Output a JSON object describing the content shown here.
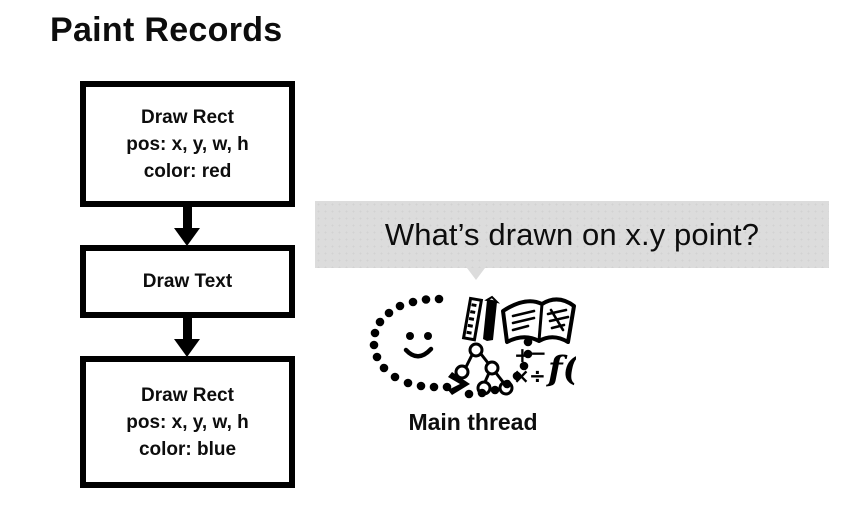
{
  "slide": {
    "title": "Paint Records"
  },
  "paint_records": {
    "boxes": [
      {
        "id": "box-1",
        "lines": [
          "Draw Rect",
          "pos: x, y, w, h",
          "color: red"
        ]
      },
      {
        "id": "box-2",
        "lines": [
          "Draw Text"
        ]
      },
      {
        "id": "box-3",
        "lines": [
          "Draw Rect",
          "pos: x, y, w, h",
          "color: blue"
        ]
      }
    ],
    "arrows": [
      {
        "id": "arrow-1",
        "direction": "down"
      },
      {
        "id": "arrow-2",
        "direction": "down"
      }
    ]
  },
  "question": {
    "bubble_text": "What’s drawn on x.y point?",
    "bubble_color": "#dcdcdc",
    "tail_direction": "down"
  },
  "thread": {
    "label": "Main thread",
    "illustration_name": "thinking-loop-illustration",
    "icons": [
      "smiley-face-icon",
      "ruler-icon",
      "pencil-icon",
      "open-book-icon",
      "tree-graph-icon",
      "math-operators-icon",
      "function-notation-icon",
      "dotted-loop-arrow-icon"
    ],
    "math_operators": "+ − × ÷",
    "function_notation": "f()"
  },
  "colors": {
    "ink": "#000000",
    "text": "#0d0d0d",
    "background": "#ffffff",
    "bubble_gray": "#dcdcdc"
  }
}
